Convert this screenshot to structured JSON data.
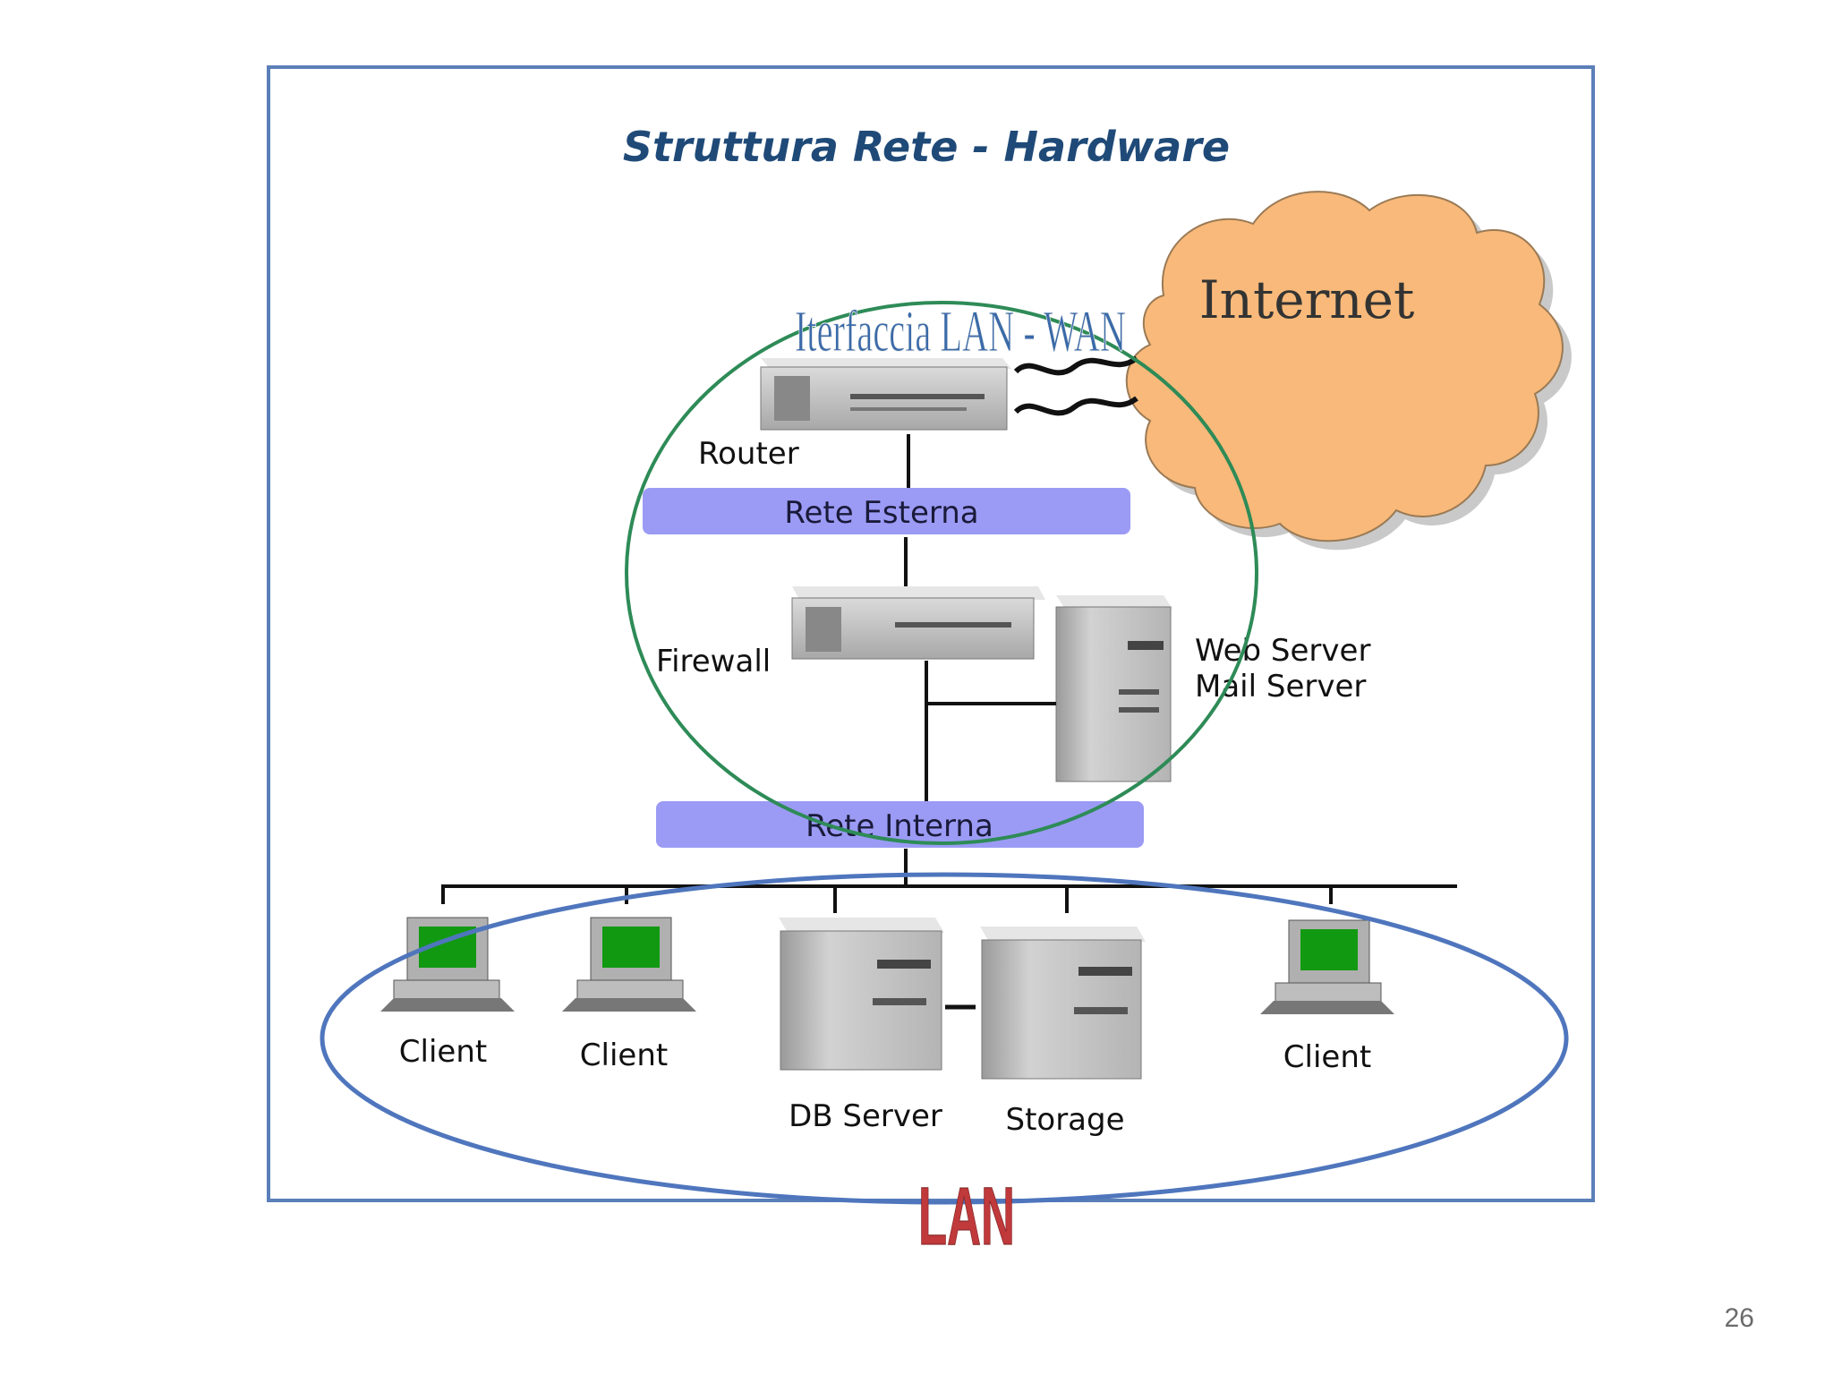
{
  "slide": {
    "title": "Struttura Rete - Hardware",
    "page_number": "26"
  },
  "cloud": {
    "label": "Internet",
    "color": "#f8b97a"
  },
  "annotations": {
    "lan_wan": "Iterfaccia LAN - WAN",
    "lan": "LAN"
  },
  "bus": {
    "external": "Rete Esterna",
    "internal": "Rete Interna",
    "color": "#9b9bf5"
  },
  "devices": {
    "router": "Router",
    "firewall": "Firewall",
    "web_server_line1": "Web Server",
    "web_server_line2": "Mail Server",
    "client_1": "Client",
    "client_2": "Client",
    "client_3": "Client",
    "db_server": "DB Server",
    "storage": "Storage"
  },
  "colors": {
    "frame": "#5b7fb8",
    "title": "#1f4a78",
    "lan_wan_ellipse": "#2e8b57",
    "lan_ellipse": "#4f76bd",
    "lan_text": "#c0393b",
    "screen": "#129912"
  }
}
